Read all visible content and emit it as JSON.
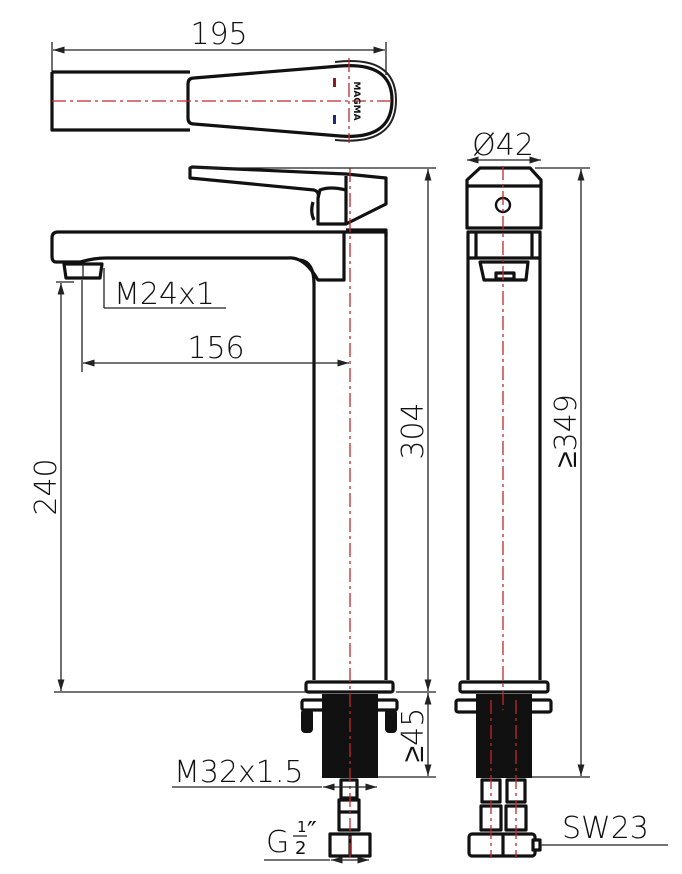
{
  "drawing": {
    "title": "Tall single-lever basin mixer technical drawing",
    "line_color": "#111111",
    "centerline_color": "#c0282d",
    "background": "#ffffff"
  },
  "top_view": {
    "dim_overall_length": "195",
    "logo_text": "MAGMA"
  },
  "side_view": {
    "dim_thread_aerator": "M24x1",
    "dim_spout_reach": "156",
    "dim_spout_height": "240",
    "dim_total_height": "304",
    "dim_shank_length": "≥45",
    "dim_shank_thread": "M32x1.5",
    "dim_connection": "G",
    "dim_connection_frac_num": "1",
    "dim_connection_frac_den": "2",
    "dim_connection_unit": "″"
  },
  "front_view": {
    "dim_diameter": "Ø42",
    "dim_total_with_shank": "≥349",
    "dim_wrench_size": "SW23"
  }
}
